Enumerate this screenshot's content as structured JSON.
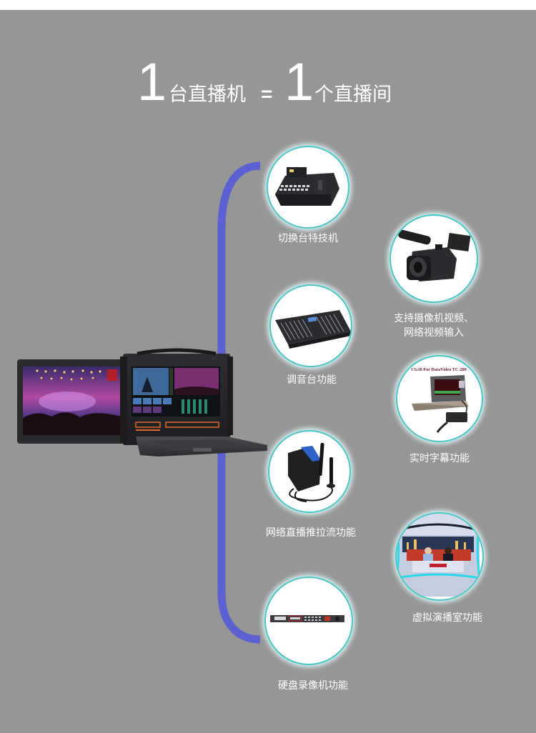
{
  "headline": {
    "num_left": "1",
    "text_left": "台直播机",
    "equals": "=",
    "num_right": "1",
    "text_right": "个直播间"
  },
  "colors": {
    "background": "#969696",
    "top_strip": "#ffffff",
    "connector_line": "#5c60d0",
    "circle_border": "#4fc3c0",
    "text": "#ffffff"
  },
  "main_device": {
    "name": "portable-live-production-unit",
    "left_screen_content": "concert-stage-image",
    "right_screen_content": "switcher-software-multiview"
  },
  "features": [
    {
      "id": "switcher",
      "label": "切换台特技机",
      "icon": "video-switcher-icon"
    },
    {
      "id": "camera",
      "label_line1": "支持摄像机视频、",
      "label_line2": "网络视频输入",
      "icon": "camcorder-icon"
    },
    {
      "id": "mixer",
      "label": "调音台功能",
      "icon": "audio-mixer-icon"
    },
    {
      "id": "caption",
      "label": "实时字幕功能",
      "icon": "laptop-caption-icon",
      "screen_caption": "CG10 For DataVideo TC-200"
    },
    {
      "id": "streaming",
      "label": "网络直播推拉流功能",
      "icon": "streaming-encoder-icon"
    },
    {
      "id": "virtual",
      "label": "虚拟演播室功能",
      "icon": "virtual-studio-icon"
    },
    {
      "id": "recorder",
      "label": "硬盘录像机功能",
      "icon": "disk-recorder-icon"
    }
  ]
}
